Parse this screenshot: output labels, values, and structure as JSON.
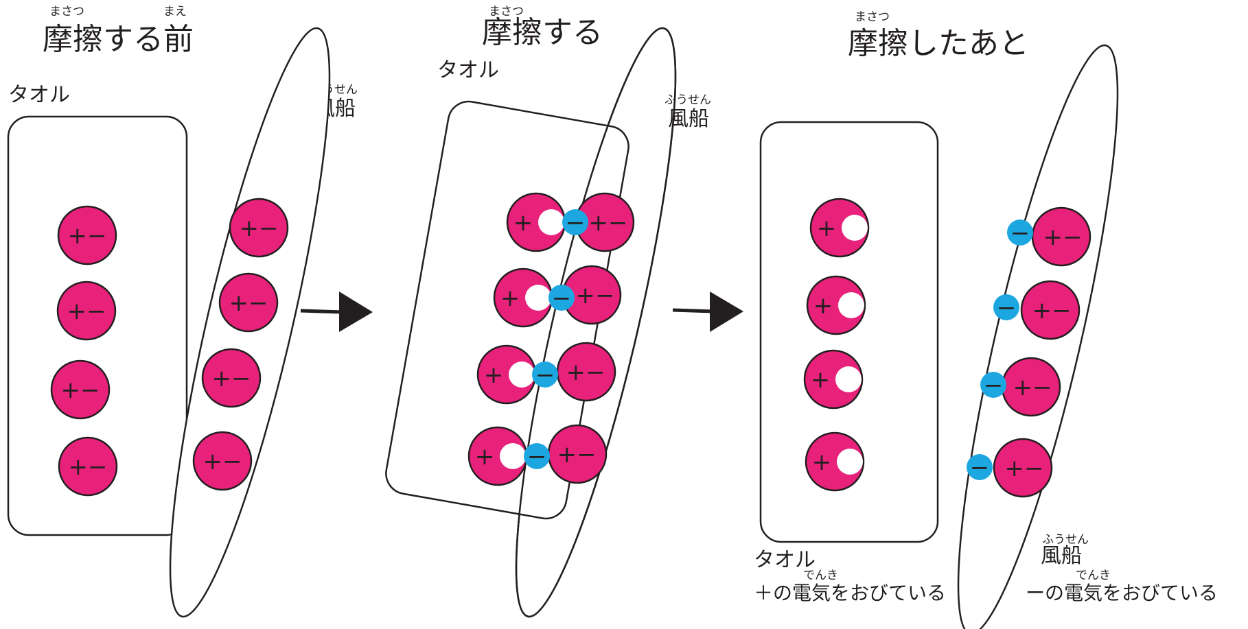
{
  "colors": {
    "proton": "#e8217a",
    "electron": "#1da7e0",
    "hole": "#ffffff",
    "stroke": "#231f20"
  },
  "icons": {
    "arrow": "right-arrow-icon"
  },
  "panels": [
    {
      "title": "摩擦する前",
      "title_ruby_1": "まさつ",
      "title_ruby_2": "まえ",
      "towel_label": "タオル",
      "balloon_label": "風船",
      "balloon_ruby": "ふうせん",
      "towel_sign": "+−",
      "balloon_sign": "+−"
    },
    {
      "title": "摩擦する",
      "title_ruby_1": "まさつ",
      "towel_label": "タオル",
      "balloon_label": "風船",
      "balloon_ruby": "ふうせん",
      "towel_sign": "+",
      "balloon_sign": "+−",
      "electron_sign": "−"
    },
    {
      "title": "摩擦したあと",
      "title_ruby_1": "まさつ",
      "towel_label": "タオル",
      "towel_charge": "＋の電気をおびている",
      "towel_charge_ruby": "でんき",
      "balloon_label": "風船",
      "balloon_ruby": "ふうせん",
      "balloon_charge": "ーの電気をおびている",
      "balloon_charge_ruby": "でんき",
      "towel_sign": "+",
      "balloon_sign": "+−",
      "electron_sign": "−"
    }
  ]
}
